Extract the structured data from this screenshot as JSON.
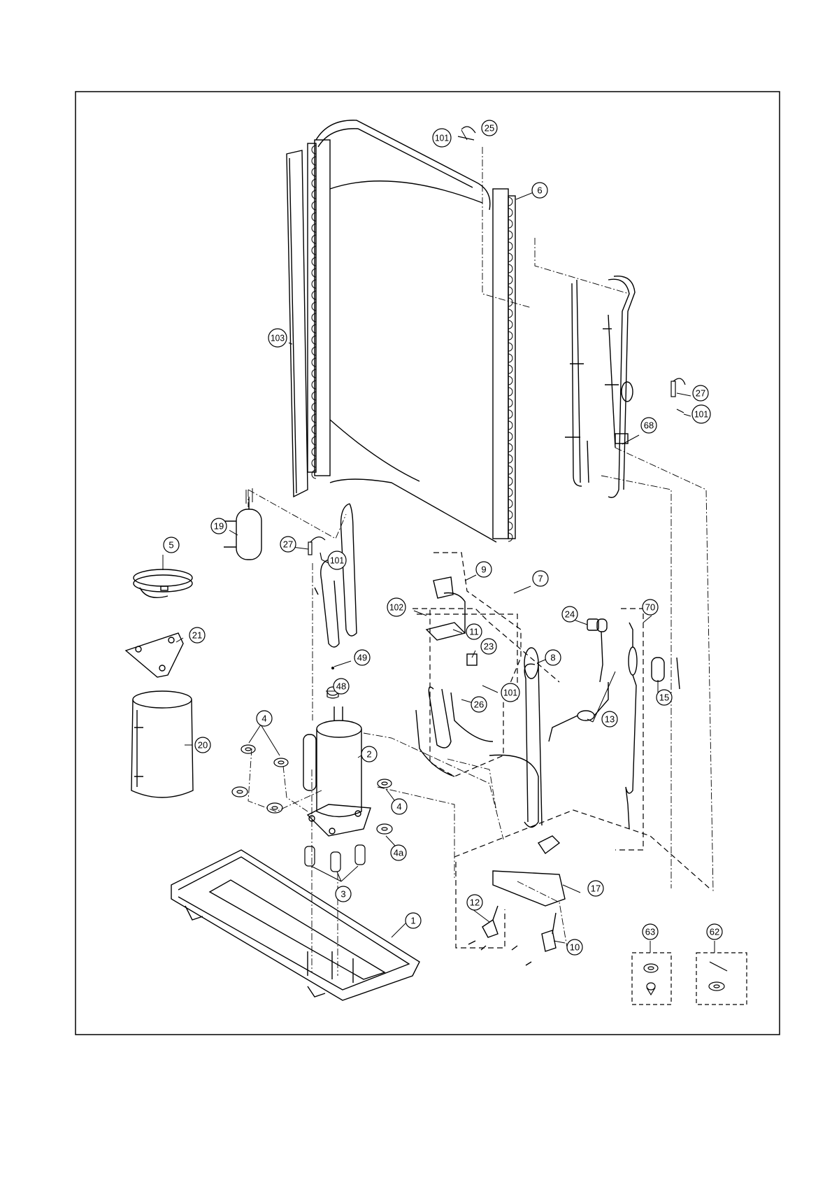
{
  "diagram": {
    "type": "exploded-parts-view",
    "line_color": "#000000",
    "background": "#ffffff",
    "callouts": [
      {
        "id": "c25",
        "label": "25"
      },
      {
        "id": "c101a",
        "label": "101"
      },
      {
        "id": "c6",
        "label": "6"
      },
      {
        "id": "c103",
        "label": "103"
      },
      {
        "id": "c27a",
        "label": "27"
      },
      {
        "id": "c101b",
        "label": "101"
      },
      {
        "id": "c68",
        "label": "68"
      },
      {
        "id": "c19",
        "label": "19"
      },
      {
        "id": "c27b",
        "label": "27"
      },
      {
        "id": "c101c",
        "label": "101"
      },
      {
        "id": "c5",
        "label": "5"
      },
      {
        "id": "c9",
        "label": "9"
      },
      {
        "id": "c7",
        "label": "7"
      },
      {
        "id": "c102",
        "label": "102"
      },
      {
        "id": "c11",
        "label": "11"
      },
      {
        "id": "c24",
        "label": "24"
      },
      {
        "id": "c70",
        "label": "70"
      },
      {
        "id": "c21",
        "label": "21"
      },
      {
        "id": "c23",
        "label": "23"
      },
      {
        "id": "c49",
        "label": "49"
      },
      {
        "id": "c8",
        "label": "8"
      },
      {
        "id": "c48",
        "label": "48"
      },
      {
        "id": "c101d",
        "label": "101"
      },
      {
        "id": "c26",
        "label": "26"
      },
      {
        "id": "c15",
        "label": "15"
      },
      {
        "id": "c13",
        "label": "13"
      },
      {
        "id": "c4a_top",
        "label": "4"
      },
      {
        "id": "c20",
        "label": "20"
      },
      {
        "id": "c2",
        "label": "2"
      },
      {
        "id": "c4b",
        "label": "4"
      },
      {
        "id": "c4a",
        "label": "4a"
      },
      {
        "id": "c17",
        "label": "17"
      },
      {
        "id": "c3",
        "label": "3"
      },
      {
        "id": "c1",
        "label": "1"
      },
      {
        "id": "c12",
        "label": "12"
      },
      {
        "id": "c10",
        "label": "10"
      },
      {
        "id": "c63",
        "label": "63"
      },
      {
        "id": "c62",
        "label": "62"
      }
    ]
  }
}
